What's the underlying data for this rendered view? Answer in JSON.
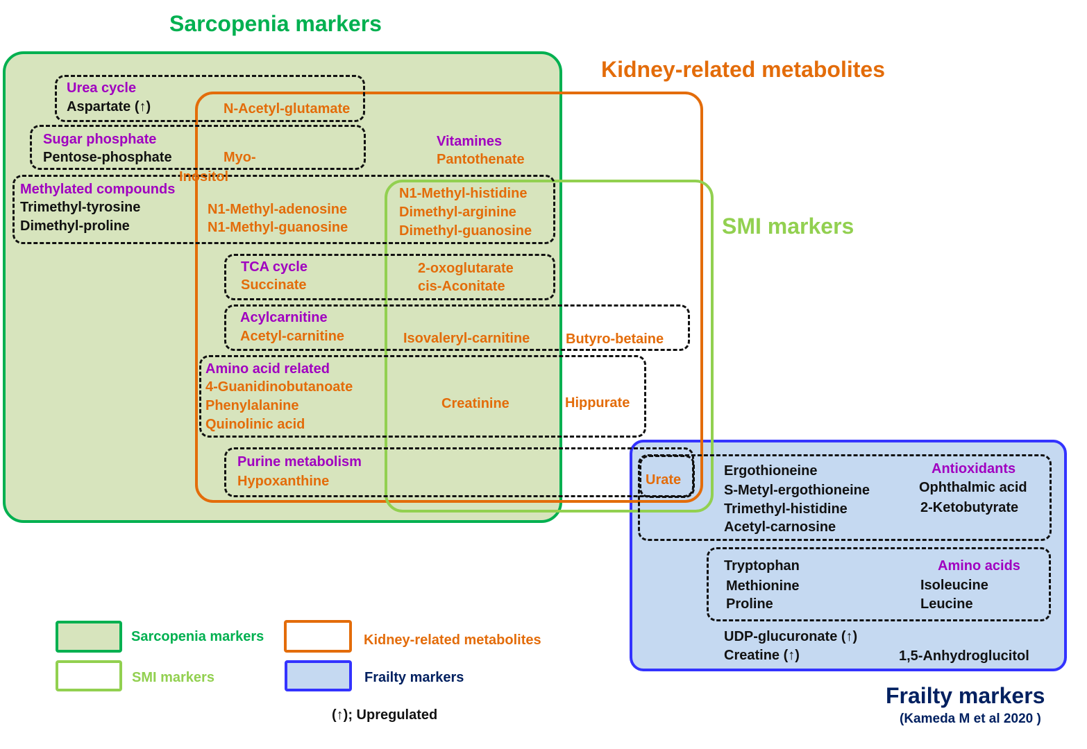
{
  "colors": {
    "sarcopenia": "#00B050",
    "sarcopenia_fill": "#D7E4BD",
    "kidney": "#E36C0A",
    "smi": "#92D050",
    "frailty": "#3333FF",
    "frailty_fill": "#C5D9F1",
    "frailty_text": "#002060",
    "category": "#A000C0",
    "metabolite_black": "#111111"
  },
  "titles": {
    "sarcopenia": "Sarcopenia markers",
    "kidney": "Kidney-related metabolites",
    "smi": "SMI markers",
    "frailty": "Frailty markers",
    "citation": "(Kameda M et al 2020 )"
  },
  "groups": {
    "urea": {
      "label": "Urea cycle",
      "items": [
        "Aspartate (↑)",
        "N-Acetyl-glutamate"
      ]
    },
    "sugar": {
      "label": "Sugar phosphate",
      "items": [
        "Pentose-phosphate",
        "Myo-",
        "Inositol"
      ]
    },
    "vitamines": {
      "label": "Vitamines",
      "items": [
        "Pantothenate"
      ]
    },
    "methylated": {
      "label": "Methylated compounds",
      "items": [
        "Trimethyl-tyrosine",
        "Dimethyl-proline",
        "N1-Methyl-adenosine",
        "N1-Methyl-guanosine",
        "N1-Methyl-histidine",
        "Dimethyl-arginine",
        "Dimethyl-guanosine"
      ]
    },
    "tca": {
      "label": "TCA cycle",
      "items": [
        "Succinate",
        "2-oxoglutarate",
        "cis-Aconitate"
      ]
    },
    "acyl": {
      "label": "Acylcarnitine",
      "items": [
        "Acetyl-carnitine",
        "Isovaleryl-carnitine",
        "Butyro-betaine"
      ]
    },
    "amino_related": {
      "label": "Amino acid related",
      "items": [
        "4-Guanidinobutanoate",
        "Phenylalanine",
        "Quinolinic acid",
        "Creatinine",
        "Hippurate"
      ]
    },
    "purine": {
      "label": "Purine metabolism",
      "items": [
        "Hypoxanthine",
        "Urate"
      ]
    },
    "antioxidants": {
      "label": "Antioxidants",
      "items": [
        "Ergothioneine",
        "S-Metyl-ergothioneine",
        "Trimethyl-histidine",
        "Acetyl-carnosine",
        "Ophthalmic acid",
        "2-Ketobutyrate"
      ]
    },
    "amino_acids": {
      "label": "Amino acids",
      "items": [
        "Tryptophan",
        "Methionine",
        "Proline",
        "Isoleucine",
        "Leucine"
      ]
    },
    "frailty_other": {
      "items": [
        "UDP-glucuronate (↑)",
        "Creatine (↑)",
        "1,5-Anhydroglucitol"
      ]
    }
  },
  "legend": {
    "items": [
      {
        "label": "Sarcopenia markers"
      },
      {
        "label": "Kidney-related metabolites"
      },
      {
        "label": "SMI markers"
      },
      {
        "label": "Frailty markers"
      }
    ],
    "note": "(↑); Upregulated"
  }
}
